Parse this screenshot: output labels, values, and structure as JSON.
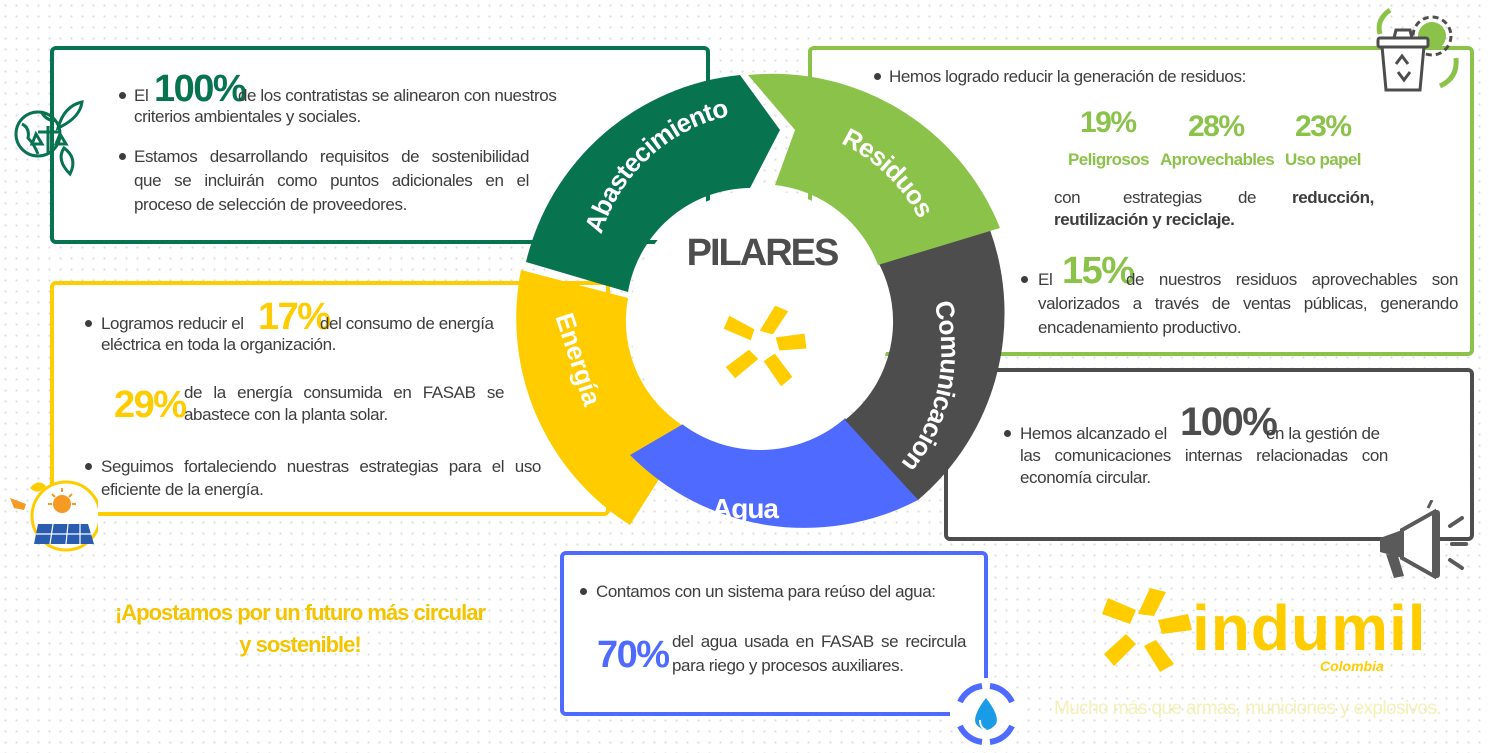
{
  "center": {
    "title": "PILARES"
  },
  "colors": {
    "abastecimiento": "#08734f",
    "residuos": "#8bc34a",
    "comunicaciones": "#4d4d4d",
    "agua": "#4f6bff",
    "energia": "#ffcc00",
    "text": "#3d3d3d",
    "accent_yellow": "#f5c400"
  },
  "segments": {
    "abastecimiento": "Abastecimiento",
    "residuos": "Residuos",
    "comunicaciones": "Comunicaciones",
    "agua": "Agua",
    "energia": "Energía"
  },
  "abastecimiento_box": {
    "b1_pre": "El",
    "b1_value": "100%",
    "b1_rest_1": "de los contratistas se alinearon con nuestros",
    "b1_rest_2": "criterios ambientales y sociales.",
    "b2_1": "Estamos desarrollando requisitos de sostenibilidad",
    "b2_2": "que se incluirán como puntos adicionales en el",
    "b2_3": "proceso de selección de proveedores."
  },
  "residuos_box": {
    "intro": "Hemos logrado reducir la generación de residuos:",
    "stats": [
      {
        "value": "19%",
        "label": "Peligrosos"
      },
      {
        "value": "28%",
        "label": "Aprovechables"
      },
      {
        "value": "23%",
        "label": "Uso papel"
      }
    ],
    "strat_1a": "con",
    "strat_1b": "estrategias",
    "strat_1c": "de",
    "strat_1d": "reducción,",
    "strat_2": "reutilización y reciclaje.",
    "b2_pre": "El",
    "b2_value": "15%",
    "b2_rest_1": "de nuestros residuos aprovechables son",
    "b2_2": "valorizados a través de ventas públicas, generando",
    "b2_3": "encadenamiento productivo."
  },
  "energia_box": {
    "b1_pre": "Logramos reducir el",
    "b1_value": "17%",
    "b1_rest": "del consumo de energía",
    "b1_2": "eléctrica en toda la organización.",
    "p_value": "29%",
    "p_1": "de la energía consumida en FASAB se",
    "p_2": "abastece con la planta solar.",
    "b2_1": "Seguimos fortaleciendo nuestras estrategias para el uso",
    "b2_2": "eficiente de la energía."
  },
  "comunicaciones_box": {
    "pre": "Hemos alcanzado el",
    "value": "100%",
    "rest": "en la gestión de",
    "line2": "las comunicaciones internas relacionadas con",
    "line3": "economía circular."
  },
  "agua_box": {
    "intro": "Contamos con un sistema para reúso del agua:",
    "value": "70%",
    "p_1": "del agua usada en FASAB se recircula",
    "p_2": "para riego y procesos auxiliares."
  },
  "slogan": {
    "line1": "¡Apostamos por un futuro más circular",
    "line2": "y sostenible!"
  },
  "brand": {
    "name": "indumil",
    "country": "Colombia",
    "tagline": "Mucho más que armas, municiones y explosivos."
  },
  "icons": {
    "abastecimiento": "globe-balance-leaf-icon",
    "residuos": "recycle-bin-gear-icon",
    "energia": "solar-panel-plug-icon",
    "comunicaciones": "megaphone-icon",
    "agua": "water-drop-cycle-icon",
    "center": "indumil-pinwheel-icon"
  }
}
